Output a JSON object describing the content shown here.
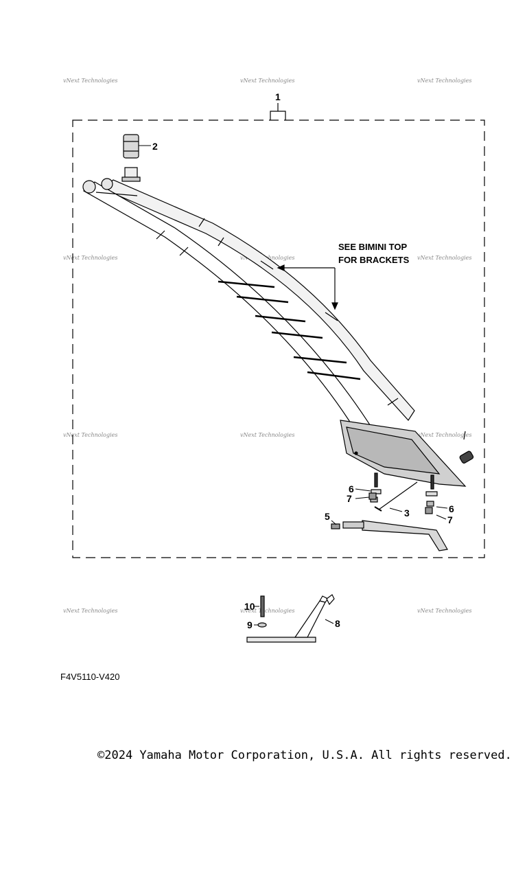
{
  "diagram": {
    "callouts": {
      "c1": "1",
      "c2": "2",
      "c3": "3",
      "c5": "5",
      "c6a": "6",
      "c6b": "6",
      "c7a": "7",
      "c7b": "7",
      "c8": "8",
      "c9": "9",
      "c10": "10"
    },
    "note_line1": "SEE BIMINI TOP",
    "note_line2": "FOR BRACKETS",
    "watermark": "vNext Technologies"
  },
  "footer": {
    "reference_code": "F4V5110-V420",
    "copyright": "©2024 Yamaha Motor Corporation, U.S.A. All rights reserved."
  }
}
